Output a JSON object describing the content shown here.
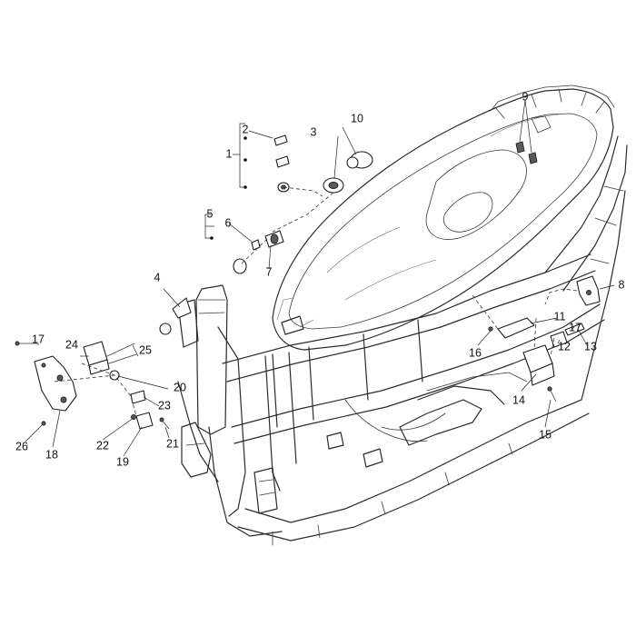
{
  "callouts": [
    {
      "id": "1",
      "label": "1"
    },
    {
      "id": "2",
      "label": "2"
    },
    {
      "id": "3",
      "label": "3"
    },
    {
      "id": "4",
      "label": "4"
    },
    {
      "id": "5",
      "label": "5"
    },
    {
      "id": "6",
      "label": "6"
    },
    {
      "id": "7",
      "label": "7"
    },
    {
      "id": "8",
      "label": "8"
    },
    {
      "id": "9",
      "label": "9"
    },
    {
      "id": "10",
      "label": "10"
    },
    {
      "id": "11",
      "label": "11"
    },
    {
      "id": "12",
      "label": "12"
    },
    {
      "id": "13",
      "label": "13"
    },
    {
      "id": "14",
      "label": "14"
    },
    {
      "id": "15",
      "label": "15"
    },
    {
      "id": "16",
      "label": "16"
    },
    {
      "id": "17a",
      "label": "17"
    },
    {
      "id": "17b",
      "label": "17"
    },
    {
      "id": "18",
      "label": "18"
    },
    {
      "id": "19",
      "label": "19"
    },
    {
      "id": "20",
      "label": "20"
    },
    {
      "id": "21",
      "label": "21"
    },
    {
      "id": "22",
      "label": "22"
    },
    {
      "id": "23",
      "label": "23"
    },
    {
      "id": "24",
      "label": "24"
    },
    {
      "id": "25",
      "label": "25"
    },
    {
      "id": "26",
      "label": "26"
    }
  ]
}
